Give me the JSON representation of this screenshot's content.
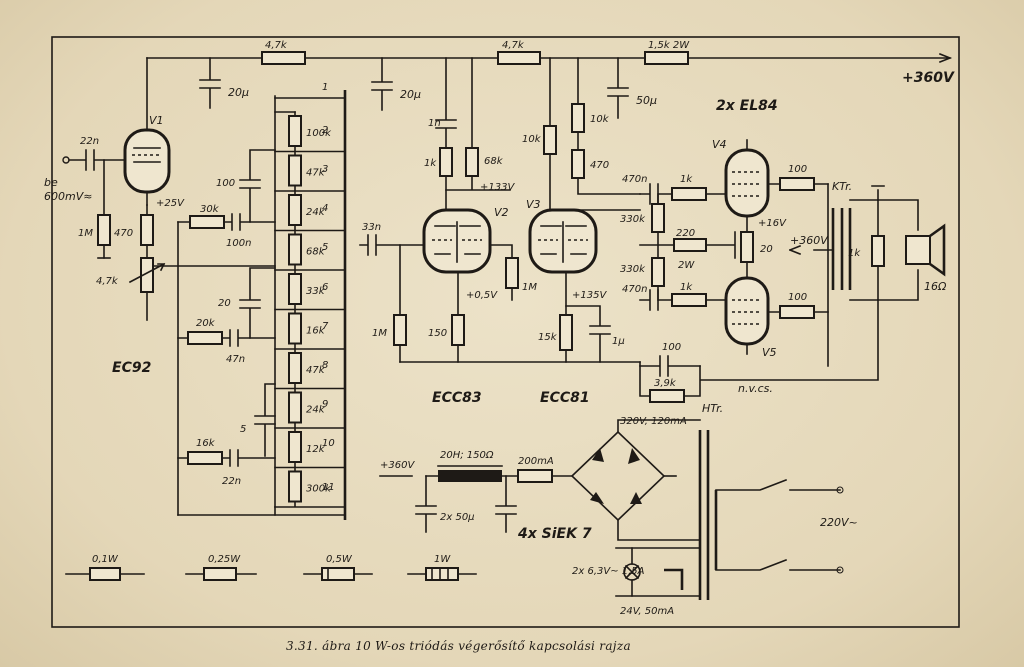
{
  "caption": "3.31. ábra 10 W-os triódás végerősítő kapcsolási rajza",
  "tubes": {
    "v1": "V1",
    "v1_type": "EC92",
    "v2": "V2",
    "v2_type": "ECC83",
    "v3": "V3",
    "v3_type": "ECC81",
    "v4": "V4",
    "v5": "V5",
    "v45_type": "2x EL84"
  },
  "supply": {
    "b_plus": "+360V",
    "r_top1": "4,7k",
    "r_top2": "4,7k",
    "r_top3": "1,5k 2W",
    "c_top1": "20µ",
    "c_top2": "20µ",
    "c_top3": "50µ"
  },
  "input": {
    "be": "be",
    "level": "600mV≈",
    "c_in": "22n",
    "r_grid": "1M",
    "r_cath": "470",
    "pot": "4,7k",
    "v_cath": "+25V"
  },
  "ladder": {
    "resistors": [
      "100k",
      "47k",
      "24k",
      "68k",
      "33k",
      "16k",
      "47k",
      "24k",
      "12k",
      "300k"
    ],
    "taps": [
      "1",
      "2",
      "3",
      "4",
      "5",
      "6",
      "7",
      "8",
      "9",
      "10",
      "11"
    ],
    "c100": "100",
    "c20": "20",
    "c5": "5",
    "r30k": "30k",
    "c100n": "100n",
    "r20k": "20k",
    "c47n": "47n",
    "r16k": "16k",
    "c22n": "22n"
  },
  "stage2": {
    "c_couple": "33n",
    "c_1n": "1n",
    "r_1k": "1k",
    "r_68k": "68k",
    "v_plate": "+133V",
    "r_grid": "1M",
    "r_cath": "150",
    "v_cath": "+0,5V",
    "r_1m": "1M"
  },
  "stage3": {
    "r_10k_a": "10k",
    "r_10k_b": "10k",
    "r_470": "470",
    "r_15k": "15k",
    "c_1u": "1µ",
    "v_cath": "+135V"
  },
  "driver": {
    "c1": "470n",
    "c2": "470n",
    "r1": "330k",
    "r2": "330k",
    "r_220": "220",
    "r_220_w": "2W",
    "pot20": "20",
    "v_bias": "+16V",
    "rg1": "1k",
    "rg2": "1k",
    "rs1": "100",
    "rs2": "100",
    "c_fb": "100",
    "r_fb": "3,9k",
    "nvcs": "n.v.cs."
  },
  "output": {
    "ktr": "KTr.",
    "b_plus": "+360V",
    "r_1k": "1k",
    "speaker": "16Ω"
  },
  "psu": {
    "b_plus": "+360V",
    "choke": "20H; 150Ω",
    "fuse": "200mA",
    "c_filter": "2x 50µ",
    "rect": "4x SiEK 7",
    "htr": "HTr.",
    "sec1": "320V, 120mA",
    "mains": "220V~",
    "heater": "2x 6,3V~ 1,5A",
    "aux": "24V, 50mA"
  },
  "legend": [
    "0,1W",
    "0,25W",
    "0,5W",
    "1W"
  ]
}
